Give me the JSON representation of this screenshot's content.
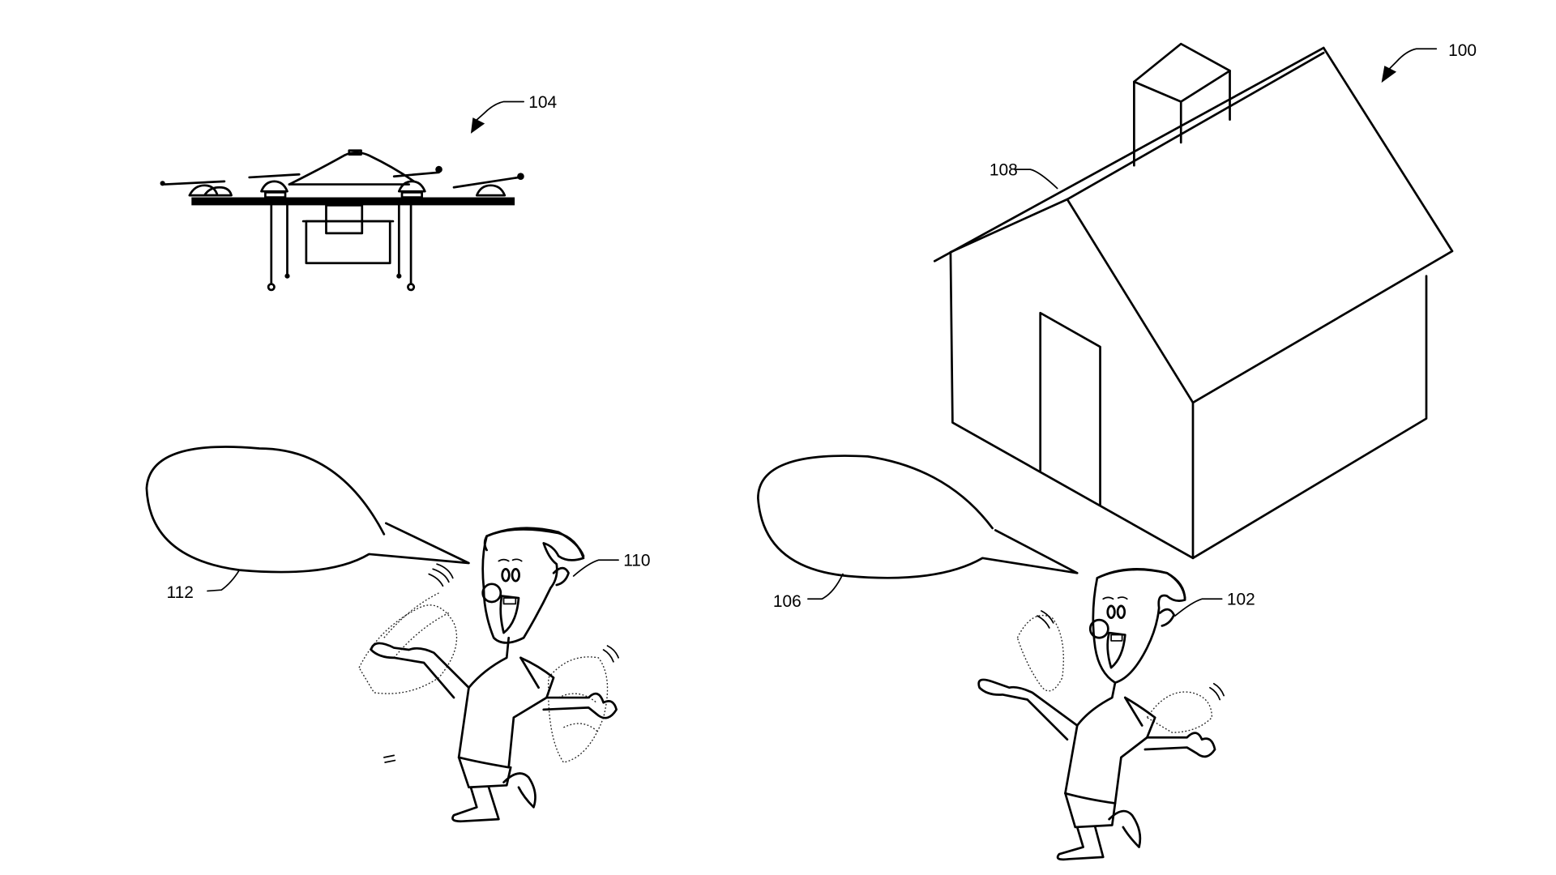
{
  "figure": {
    "reference_numerals": {
      "scene": "100",
      "user_at_home": "102",
      "drone": "104",
      "speech_home": "106",
      "house_roof": "108",
      "user_at_drone": "110",
      "speech_drone": "112"
    },
    "colors": {
      "line": "#000000",
      "background": "#ffffff"
    }
  }
}
